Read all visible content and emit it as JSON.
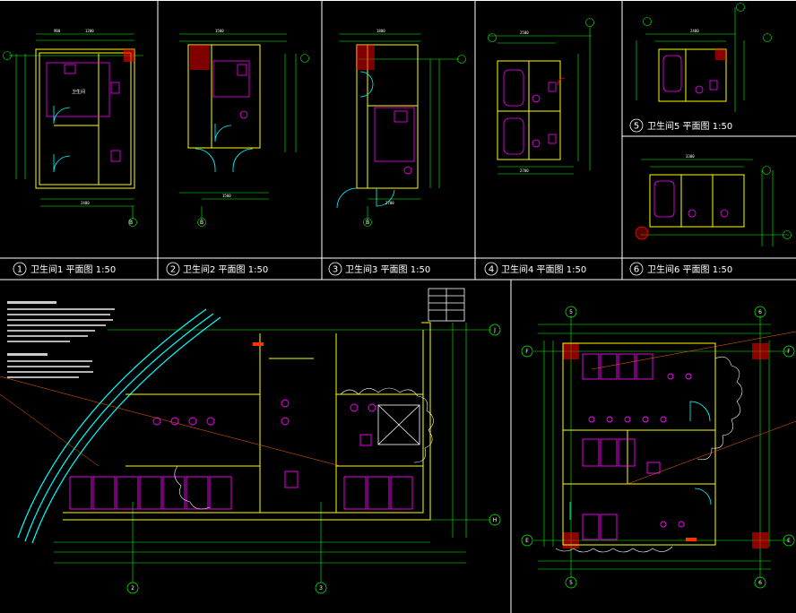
{
  "colors": {
    "background": "#000000",
    "frame": "#ffffff",
    "wall": "#ffff00",
    "dimension": "#00ff00",
    "fixture": "#ff00ff",
    "door": "#00ffff",
    "axis": "#00ff00",
    "accent": "#ff0000",
    "text": "#ffffff"
  },
  "sheets": {
    "s1": {
      "num": "1",
      "title": "卫生间1 平面图 1:50",
      "axis": "B"
    },
    "s2": {
      "num": "2",
      "title": "卫生间2 平面图 1:50",
      "axis": "B"
    },
    "s3": {
      "num": "3",
      "title": "卫生间3 平面图 1:50",
      "axis": "B"
    },
    "s4": {
      "num": "4",
      "title": "卫生间4 平面图 1:50"
    },
    "s5": {
      "num": "5",
      "title": "卫生间5 平面图 1:50"
    },
    "s6": {
      "num": "6",
      "title": "卫生间6 平面图 1:50"
    }
  },
  "grid_labels": {
    "left_plan": {
      "bottom": [
        "2",
        "3"
      ],
      "right": [
        "J",
        "H"
      ]
    },
    "right_plan": {
      "top": [
        "5",
        "6"
      ],
      "bottom": [
        "5",
        "6"
      ],
      "left": [
        "F",
        "E"
      ],
      "right": [
        "F",
        "E"
      ]
    }
  }
}
